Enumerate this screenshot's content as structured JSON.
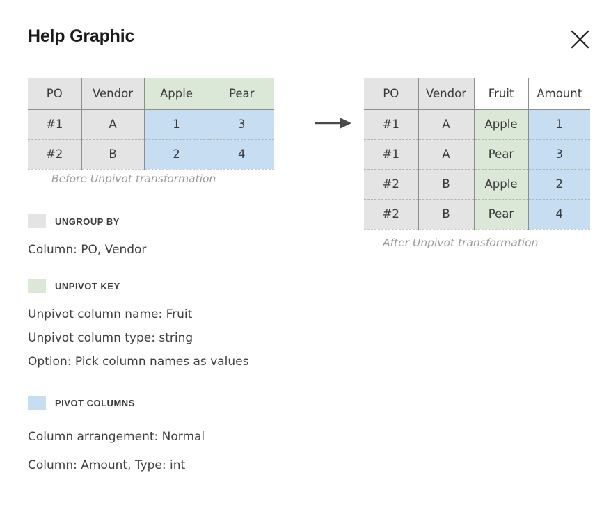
{
  "header": {
    "title": "Help Graphic",
    "close_icon": "close-icon",
    "close_label": "Close"
  },
  "arrow": {
    "icon": "arrow-right-icon"
  },
  "colors": {
    "ungroup_by": "#e4e4e4",
    "unpivot_key": "#dbe8d8",
    "pivot_columns": "#c6ddf2",
    "separator": "#8e8e8e",
    "dashed_separator": "#b4b4b4",
    "caption_text": "#9a9a9a",
    "body_text": "#3f3f3f"
  },
  "tables": {
    "before": {
      "caption": "Before Unpivot transformation",
      "headers": [
        "PO",
        "Vendor",
        "Apple",
        "Pear"
      ],
      "rows": [
        [
          "#1",
          "A",
          "1",
          "3"
        ],
        [
          "#2",
          "B",
          "2",
          "4"
        ]
      ]
    },
    "after": {
      "caption": "After Unpivot transformation",
      "headers": [
        "PO",
        "Vendor",
        "Fruit",
        "Amount"
      ],
      "rows": [
        [
          "#1",
          "A",
          "Apple",
          "1"
        ],
        [
          "#1",
          "A",
          "Pear",
          "3"
        ],
        [
          "#2",
          "B",
          "Apple",
          "2"
        ],
        [
          "#2",
          "B",
          "Pear",
          "4"
        ]
      ]
    }
  },
  "legend": {
    "ungroup_by": {
      "title": "UNGROUP BY",
      "lines": [
        "Column: PO, Vendor"
      ]
    },
    "unpivot_key": {
      "title": "UNPIVOT KEY",
      "lines": [
        "Unpivot column name: Fruit",
        "Unpivot column type: string",
        "Option: Pick column names as values"
      ]
    },
    "pivot_columns": {
      "title": "PIVOT COLUMNS",
      "lines": [
        "Column arrangement: Normal",
        "Column: Amount, Type: int"
      ]
    }
  }
}
